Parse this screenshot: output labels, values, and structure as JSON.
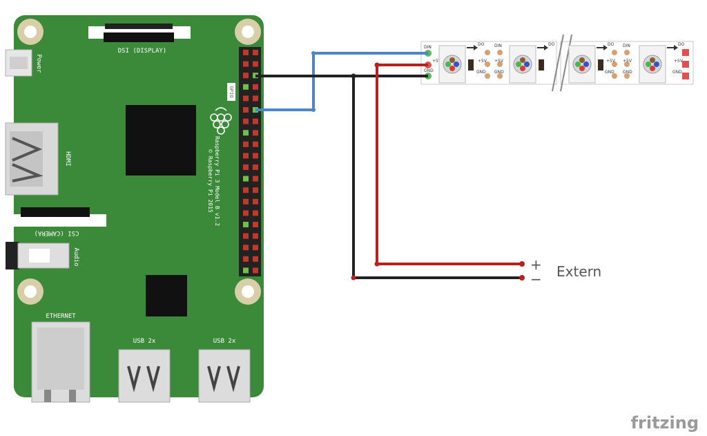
{
  "board": {
    "dsi_label": "DSI (DISPLAY)",
    "power_label": "Power",
    "hdmi_label": "HDMI",
    "csi_label": "CSI (CAMERA)",
    "audio_label": "Audio",
    "ethernet_label": "ETHERNET",
    "usb_left_label": "USB 2x",
    "usb_right_label": "USB 2x",
    "gpio_label": "GPIO",
    "model_line1": "Raspberry Pi 3 Model B v1.2",
    "model_line2": "© Raspberry Pi 2015",
    "board_color": "#3a8a3a"
  },
  "strip": {
    "pin_din": "DIN",
    "pin_5v": "+5V",
    "pin_gnd": "GND",
    "do": "DO",
    "din": "DIN",
    "p5v": "+5V",
    "gnd": "GND"
  },
  "external": {
    "plus": "+",
    "minus": "−",
    "label": "Extern"
  },
  "wires": {
    "data_color": "#4a86c8",
    "power_color": "#b8201c",
    "ground_color": "#222222"
  },
  "brand": "fritzing"
}
